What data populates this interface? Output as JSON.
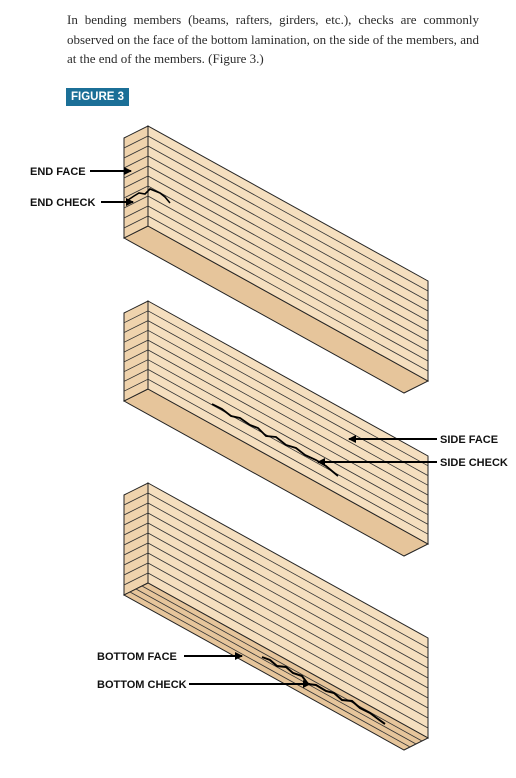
{
  "intro_text": "In bending members (beams, rafters, girders, etc.), checks are commonly observed on the face of the bottom lamination, on the side of the members, and at the end of the members. (Figure 3.)",
  "figure_label": "FIGURE 3",
  "colors": {
    "figure_tag": "#1b6f97",
    "wood_light": "#f5dfbf",
    "wood_mid": "#efd3ad",
    "wood_dark": "#e6c59b"
  },
  "diagram": {
    "beam_1": {
      "labels": {
        "end_face": "END FACE",
        "end_check": "END CHECK"
      }
    },
    "beam_2": {
      "labels": {
        "side_face": "SIDE FACE",
        "side_check": "SIDE CHECK"
      }
    },
    "beam_3": {
      "labels": {
        "bottom_face": "BOTTOM FACE",
        "bottom_check": "BOTTOM CHECK"
      }
    }
  }
}
